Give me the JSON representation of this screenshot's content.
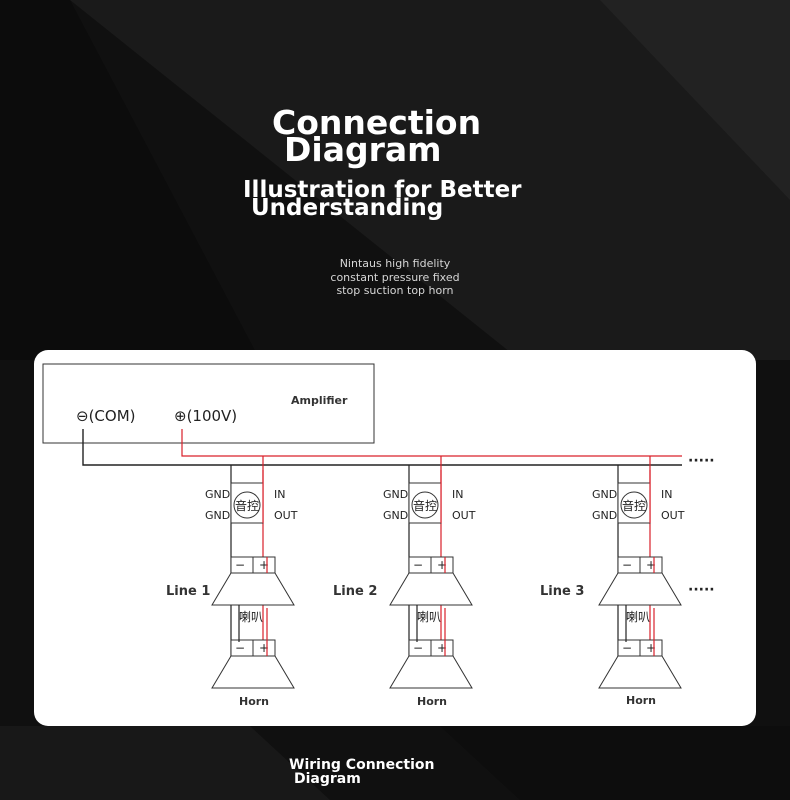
{
  "header": {
    "title_line1": "Connection",
    "title_line2": "Diagram",
    "subtitle_line1": "Illustration for Better",
    "subtitle_line2": "Understanding",
    "desc_line1": "Nintaus high fidelity",
    "desc_line2": "constant pressure fixed",
    "desc_line3": "stop suction top horn"
  },
  "amplifier": {
    "label": "Amplifier",
    "com_terminal": "⊖(COM)",
    "v100_terminal": "⊕(100V)"
  },
  "control_module": {
    "glyph": "音控",
    "gnd_label": "GND",
    "in_label": "IN",
    "out_label": "OUT"
  },
  "lines": [
    {
      "label": "Line 1",
      "speaker_label": "喇叭",
      "horn_label": "Horn"
    },
    {
      "label": "Line 2",
      "speaker_label": "喇叭",
      "horn_label": "Horn"
    },
    {
      "label": "Line 3",
      "speaker_label": "喇叭",
      "horn_label": "Horn"
    }
  ],
  "terminal_signs": {
    "minus": "−",
    "plus": "+"
  },
  "continuation": "·····",
  "footer": {
    "line1": "Wiring Connection",
    "line2": "Diagram"
  },
  "colors": {
    "background": "#101010",
    "panel": "#ffffff",
    "com_wire": "#222222",
    "signal_wire": "#d9202a"
  }
}
